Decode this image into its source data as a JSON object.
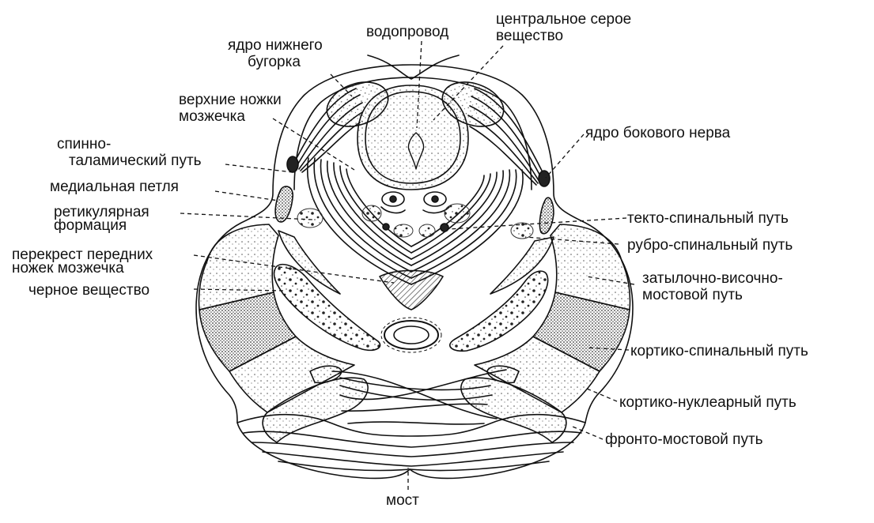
{
  "colors": {
    "ink": "#111111",
    "background": "#ffffff",
    "stipple": "#444444"
  },
  "labels": {
    "aqueduct": "водопровод",
    "central_gray": [
      "центральное серое",
      "вещество"
    ],
    "inferior_colliculus_nucleus": [
      "ядро нижнего",
      "бугорка"
    ],
    "superior_cerebellar_peduncles": [
      "верхние ножки",
      "мозжечка"
    ],
    "spinothalamic_tract": [
      "спинно-",
      "таламический путь"
    ],
    "medial_lemniscus": "медиальная петля",
    "reticular_formation": [
      "ретикулярная",
      "формация"
    ],
    "peduncle_decussation": [
      "перекрест передних",
      "ножек мозжечка"
    ],
    "substantia_nigra": "черное вещество",
    "lateral_nerve_nucleus": "ядро бокового нерва",
    "tectospinal_tract": "текто-спинальный путь",
    "rubrospinal_tract": "рубро-спинальный путь",
    "occipitotemporal_pontine_tract": [
      "затылочно-височно-",
      "мостовой путь"
    ],
    "corticospinal_tract": "кортико-спинальный путь",
    "corticonuclear_tract": "кортико-нуклеарный путь",
    "frontopontine_tract": "фронто-мостовой путь",
    "pons": "мост"
  }
}
